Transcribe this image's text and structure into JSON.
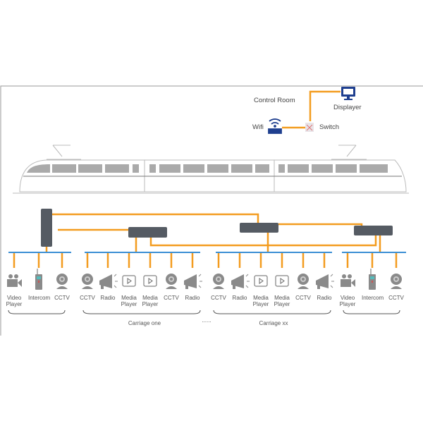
{
  "control_room": {
    "title": "Control Room",
    "displayer": "Displayer",
    "wifi": "Wifi",
    "switch": "Switch"
  },
  "groups": [
    {
      "devices": [
        {
          "icon": "video-camera-icon",
          "label": "Video Player"
        },
        {
          "icon": "intercom-icon",
          "label": "Intercom"
        },
        {
          "icon": "cctv-icon",
          "label": "CCTV"
        }
      ]
    },
    {
      "caption": "Carriage one",
      "devices": [
        {
          "icon": "cctv-icon",
          "label": "CCTV"
        },
        {
          "icon": "megaphone-icon",
          "label": "Radio"
        },
        {
          "icon": "play-icon",
          "label": "Media Player"
        },
        {
          "icon": "play-icon",
          "label": "Media Player"
        },
        {
          "icon": "cctv-icon",
          "label": "CCTV"
        },
        {
          "icon": "megaphone-icon",
          "label": "Radio"
        }
      ]
    },
    {
      "caption": "Carriage xx",
      "devices": [
        {
          "icon": "cctv-icon",
          "label": "CCTV"
        },
        {
          "icon": "megaphone-icon",
          "label": "Radio"
        },
        {
          "icon": "play-icon",
          "label": "Media Player"
        },
        {
          "icon": "play-icon",
          "label": "Media Player"
        },
        {
          "icon": "cctv-icon",
          "label": "CCTV"
        },
        {
          "icon": "megaphone-icon",
          "label": "Radio"
        }
      ]
    },
    {
      "devices": [
        {
          "icon": "video-camera-icon",
          "label": "Video Player"
        },
        {
          "icon": "intercom-icon",
          "label": "Intercom"
        },
        {
          "icon": "cctv-icon",
          "label": "CCTV"
        }
      ]
    }
  ],
  "ellipsis": "......",
  "colors": {
    "link": "#f39c1f",
    "bus": "#3b8fd4",
    "device": "#8a8a8a",
    "switch": "#555b63"
  }
}
